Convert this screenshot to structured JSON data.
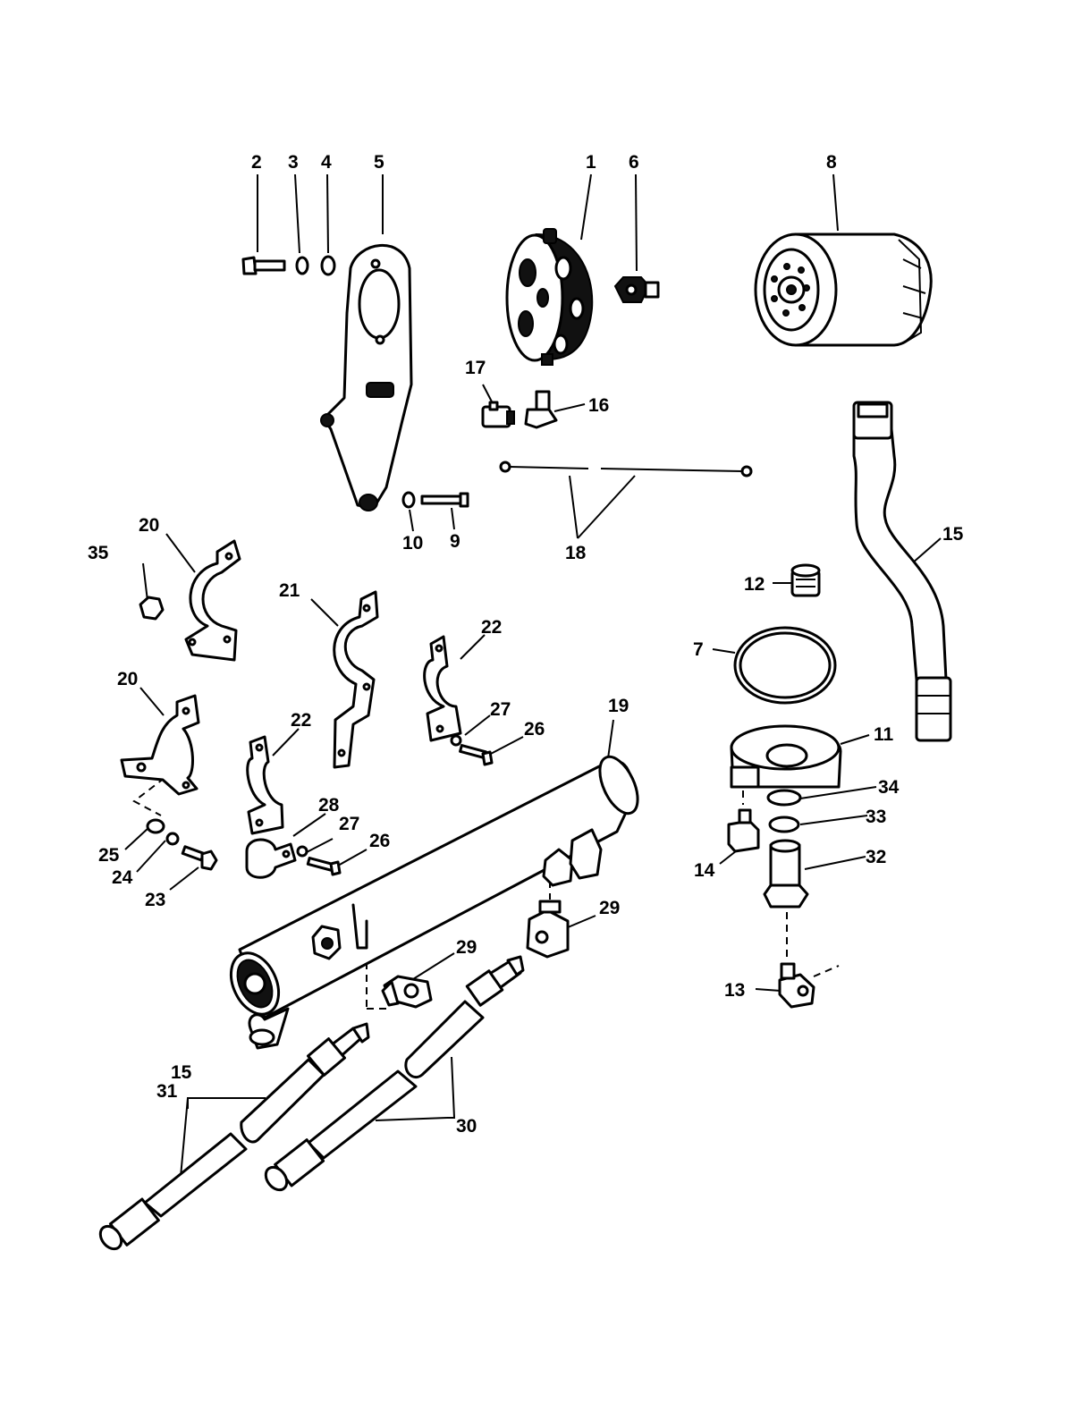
{
  "callouts": [
    {
      "id": "c1",
      "text": "1"
    },
    {
      "id": "c2",
      "text": "2"
    },
    {
      "id": "c3",
      "text": "3"
    },
    {
      "id": "c4",
      "text": "4"
    },
    {
      "id": "c5",
      "text": "5"
    },
    {
      "id": "c6",
      "text": "6"
    },
    {
      "id": "c7",
      "text": "7"
    },
    {
      "id": "c8",
      "text": "8"
    },
    {
      "id": "c9",
      "text": "9"
    },
    {
      "id": "c10",
      "text": "10"
    },
    {
      "id": "c11",
      "text": "11"
    },
    {
      "id": "c12",
      "text": "12"
    },
    {
      "id": "c13",
      "text": "13"
    },
    {
      "id": "c14",
      "text": "14"
    },
    {
      "id": "c15a",
      "text": "15"
    },
    {
      "id": "c15b",
      "text": "15"
    },
    {
      "id": "c16",
      "text": "16"
    },
    {
      "id": "c17",
      "text": "17"
    },
    {
      "id": "c18",
      "text": "18"
    },
    {
      "id": "c19",
      "text": "19"
    },
    {
      "id": "c20a",
      "text": "20"
    },
    {
      "id": "c20b",
      "text": "20"
    },
    {
      "id": "c21",
      "text": "21"
    },
    {
      "id": "c22a",
      "text": "22"
    },
    {
      "id": "c22b",
      "text": "22"
    },
    {
      "id": "c23",
      "text": "23"
    },
    {
      "id": "c24",
      "text": "24"
    },
    {
      "id": "c25",
      "text": "25"
    },
    {
      "id": "c26a",
      "text": "26"
    },
    {
      "id": "c26b",
      "text": "26"
    },
    {
      "id": "c27a",
      "text": "27"
    },
    {
      "id": "c27b",
      "text": "27"
    },
    {
      "id": "c28",
      "text": "28"
    },
    {
      "id": "c29a",
      "text": "29"
    },
    {
      "id": "c29b",
      "text": "29"
    },
    {
      "id": "c30",
      "text": "30"
    },
    {
      "id": "c31",
      "text": "31"
    },
    {
      "id": "c32",
      "text": "32"
    },
    {
      "id": "c33",
      "text": "33"
    },
    {
      "id": "c34",
      "text": "34"
    },
    {
      "id": "c35",
      "text": "35"
    }
  ]
}
